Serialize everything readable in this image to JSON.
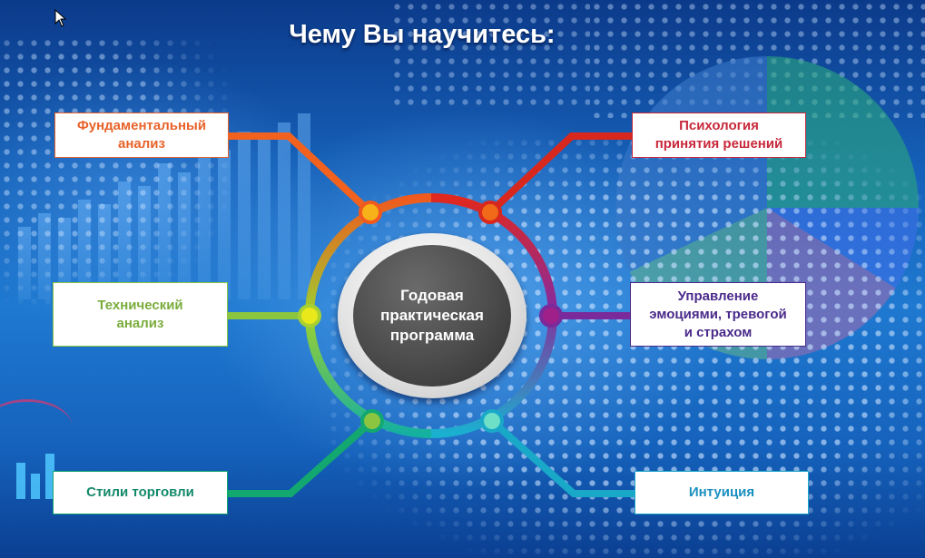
{
  "slide": {
    "title": "Чему Вы научитесь:",
    "hub": {
      "text": "Годовая\nпрактическая\nпрограмма"
    },
    "topics": [
      {
        "id": "fundamental",
        "text": "Фундаментальный\nанализ",
        "color": "#e8622a",
        "side": "left"
      },
      {
        "id": "technical",
        "text": "Технический\nанализ",
        "color": "#7aac3c",
        "side": "left"
      },
      {
        "id": "trading-styles",
        "text": "Стили торговли",
        "color": "#158a6a",
        "side": "left"
      },
      {
        "id": "decision-psychology",
        "text": "Психология\nпринятия решений",
        "color": "#c8283a",
        "side": "right"
      },
      {
        "id": "emotion-control",
        "text": "Управление\nэмоциями, тревогой\nи страхом",
        "color": "#4a2a8a",
        "side": "right"
      },
      {
        "id": "intuition",
        "text": "Интуиция",
        "color": "#1a90c0",
        "side": "right"
      }
    ]
  },
  "colors": {
    "line_fundamental": "#f2621e",
    "line_psychology": "#d8281e",
    "line_emotion": "#7a2a9a",
    "line_intuition": "#1aa8c8",
    "line_styles": "#12a870",
    "line_technical": "#8cc63e",
    "node_fundamental": "#f7b21a",
    "node_psychology": "#f06a1a",
    "node_emotion": "#a0208a",
    "node_technical": "#e8e81a",
    "node_styles": "#8cc640",
    "node_intuition": "#6ee0c8"
  }
}
